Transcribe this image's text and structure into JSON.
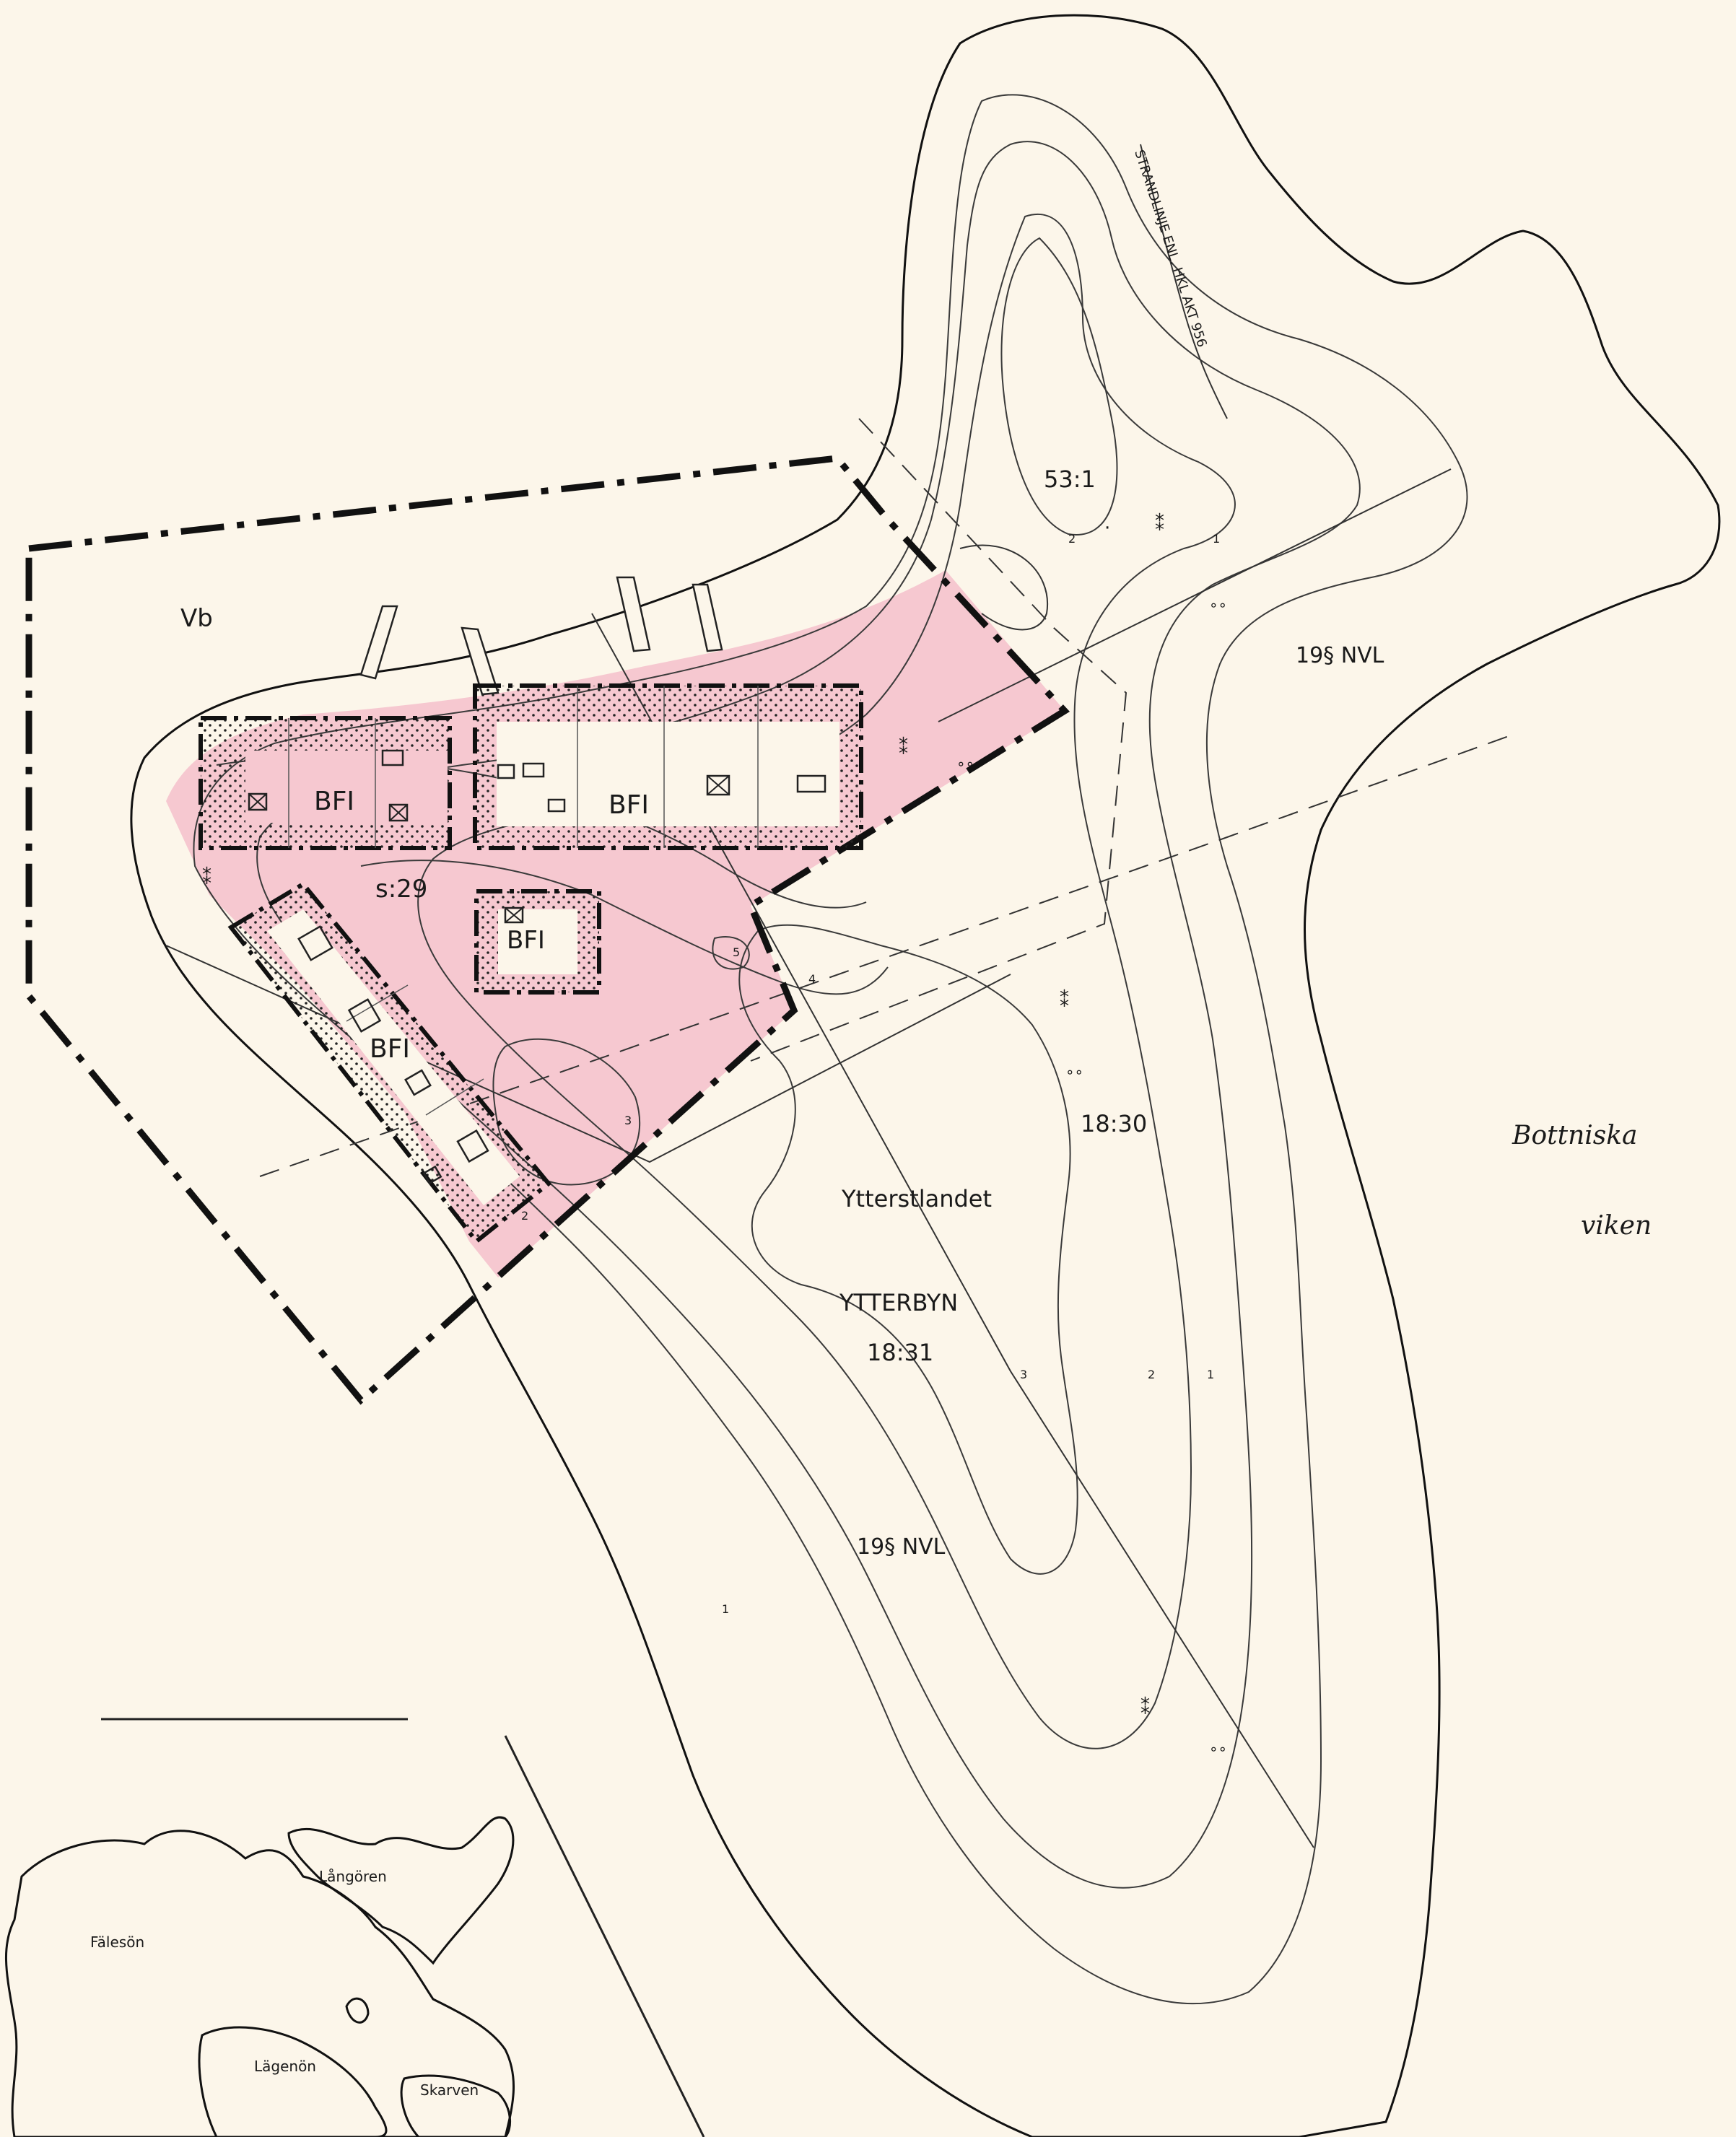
{
  "colors": {
    "paper": "#fcf6ea",
    "planned_area_fill": "#f6c8d0",
    "lines": "#111111"
  },
  "labels": {
    "vb": "Vb",
    "bfi_1": "BFI",
    "bfi_2": "BFI",
    "bfi_3": "BFI",
    "bfi_4": "BFI",
    "s29": "s:29",
    "p53_1": "53:1",
    "nvl_north": "19§ NVL",
    "p18_30": "18:30",
    "ytterstlandet": "Ytterstlandet",
    "ytterbyn": "YTTERBYN",
    "p18_31": "18:31",
    "nvl_south": "19§ NVL",
    "bottniska": "Bottniska",
    "viken": "viken",
    "strandlinje": "STRANDLINJE ENL. HKL AKT 956"
  },
  "contour_labels": [
    "2",
    "1",
    "5",
    "4",
    "3",
    "2",
    "3",
    "2",
    "1",
    "1"
  ],
  "inset": {
    "falesoen": "Fälesön",
    "langoren": "Långören",
    "lagenoen": "Lägenön",
    "skarven": "Skarven"
  },
  "symbols": {
    "trees": "tree-symbol",
    "rocks": "rock-symbol"
  }
}
